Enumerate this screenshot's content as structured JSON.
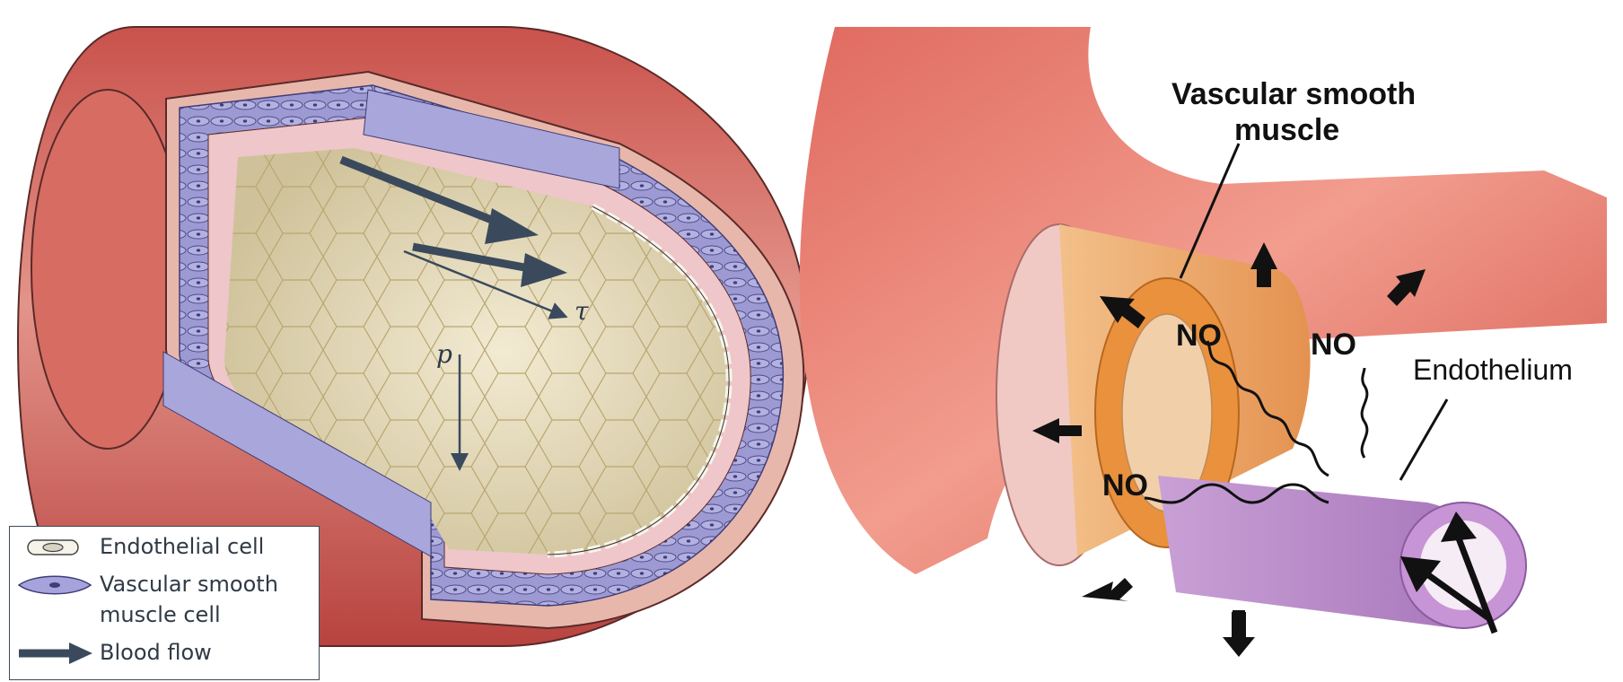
{
  "left_panel": {
    "symbols": {
      "shear_stress": "τ",
      "pressure": "p"
    },
    "legend": {
      "items": [
        {
          "label_lines": [
            "Endothelial cell"
          ],
          "icon": "endothelial-cell-icon"
        },
        {
          "label_lines": [
            "Vascular smooth",
            "muscle cell"
          ],
          "icon": "smooth-muscle-cell-icon"
        },
        {
          "label_lines": [
            "Blood flow"
          ],
          "icon": "blood-flow-arrow-icon"
        }
      ]
    }
  },
  "right_panel": {
    "labels": {
      "vascular_smooth_muscle_line1": "Vascular smooth",
      "vascular_smooth_muscle_line2": "muscle",
      "endothelium": "Endothelium",
      "no_1": "NO",
      "no_2": "NO",
      "no_3": "NO"
    }
  },
  "colors": {
    "vessel_wall": "#d0615a",
    "smooth_muscle": "#9a97d0",
    "lumen": "#e7ddc0",
    "arrow": "#3a4a5c",
    "muscle_orange": "#e8a060",
    "endothelium_purple": "#b98ac6"
  }
}
